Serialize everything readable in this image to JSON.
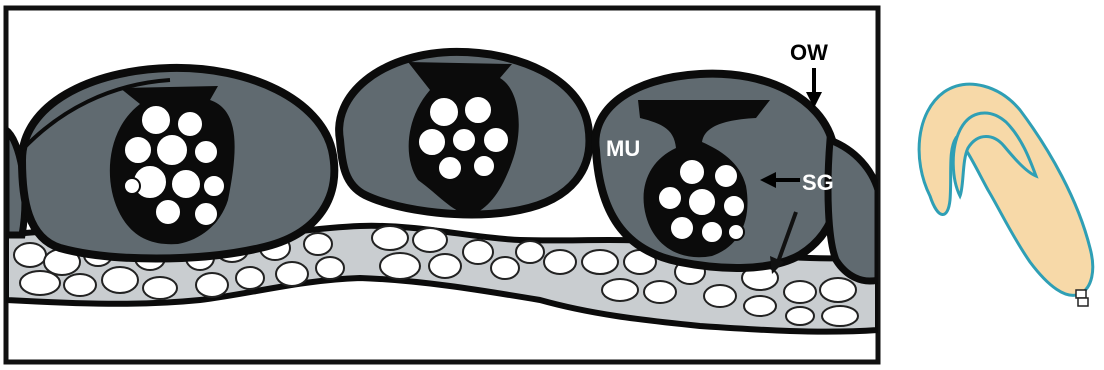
{
  "diagram": {
    "labels": {
      "ow": "OW",
      "mu": "MU",
      "sg": "SG"
    },
    "colors": {
      "frame_stroke": "#111111",
      "gland_fill": "#606a70",
      "wall_fill": "#0b0b0b",
      "base_layer_fill": "#c9cdd0",
      "cell_fill": "#ffffff",
      "inset_fill": "#f7d9a8",
      "inset_stroke": "#2f9fb5"
    }
  }
}
